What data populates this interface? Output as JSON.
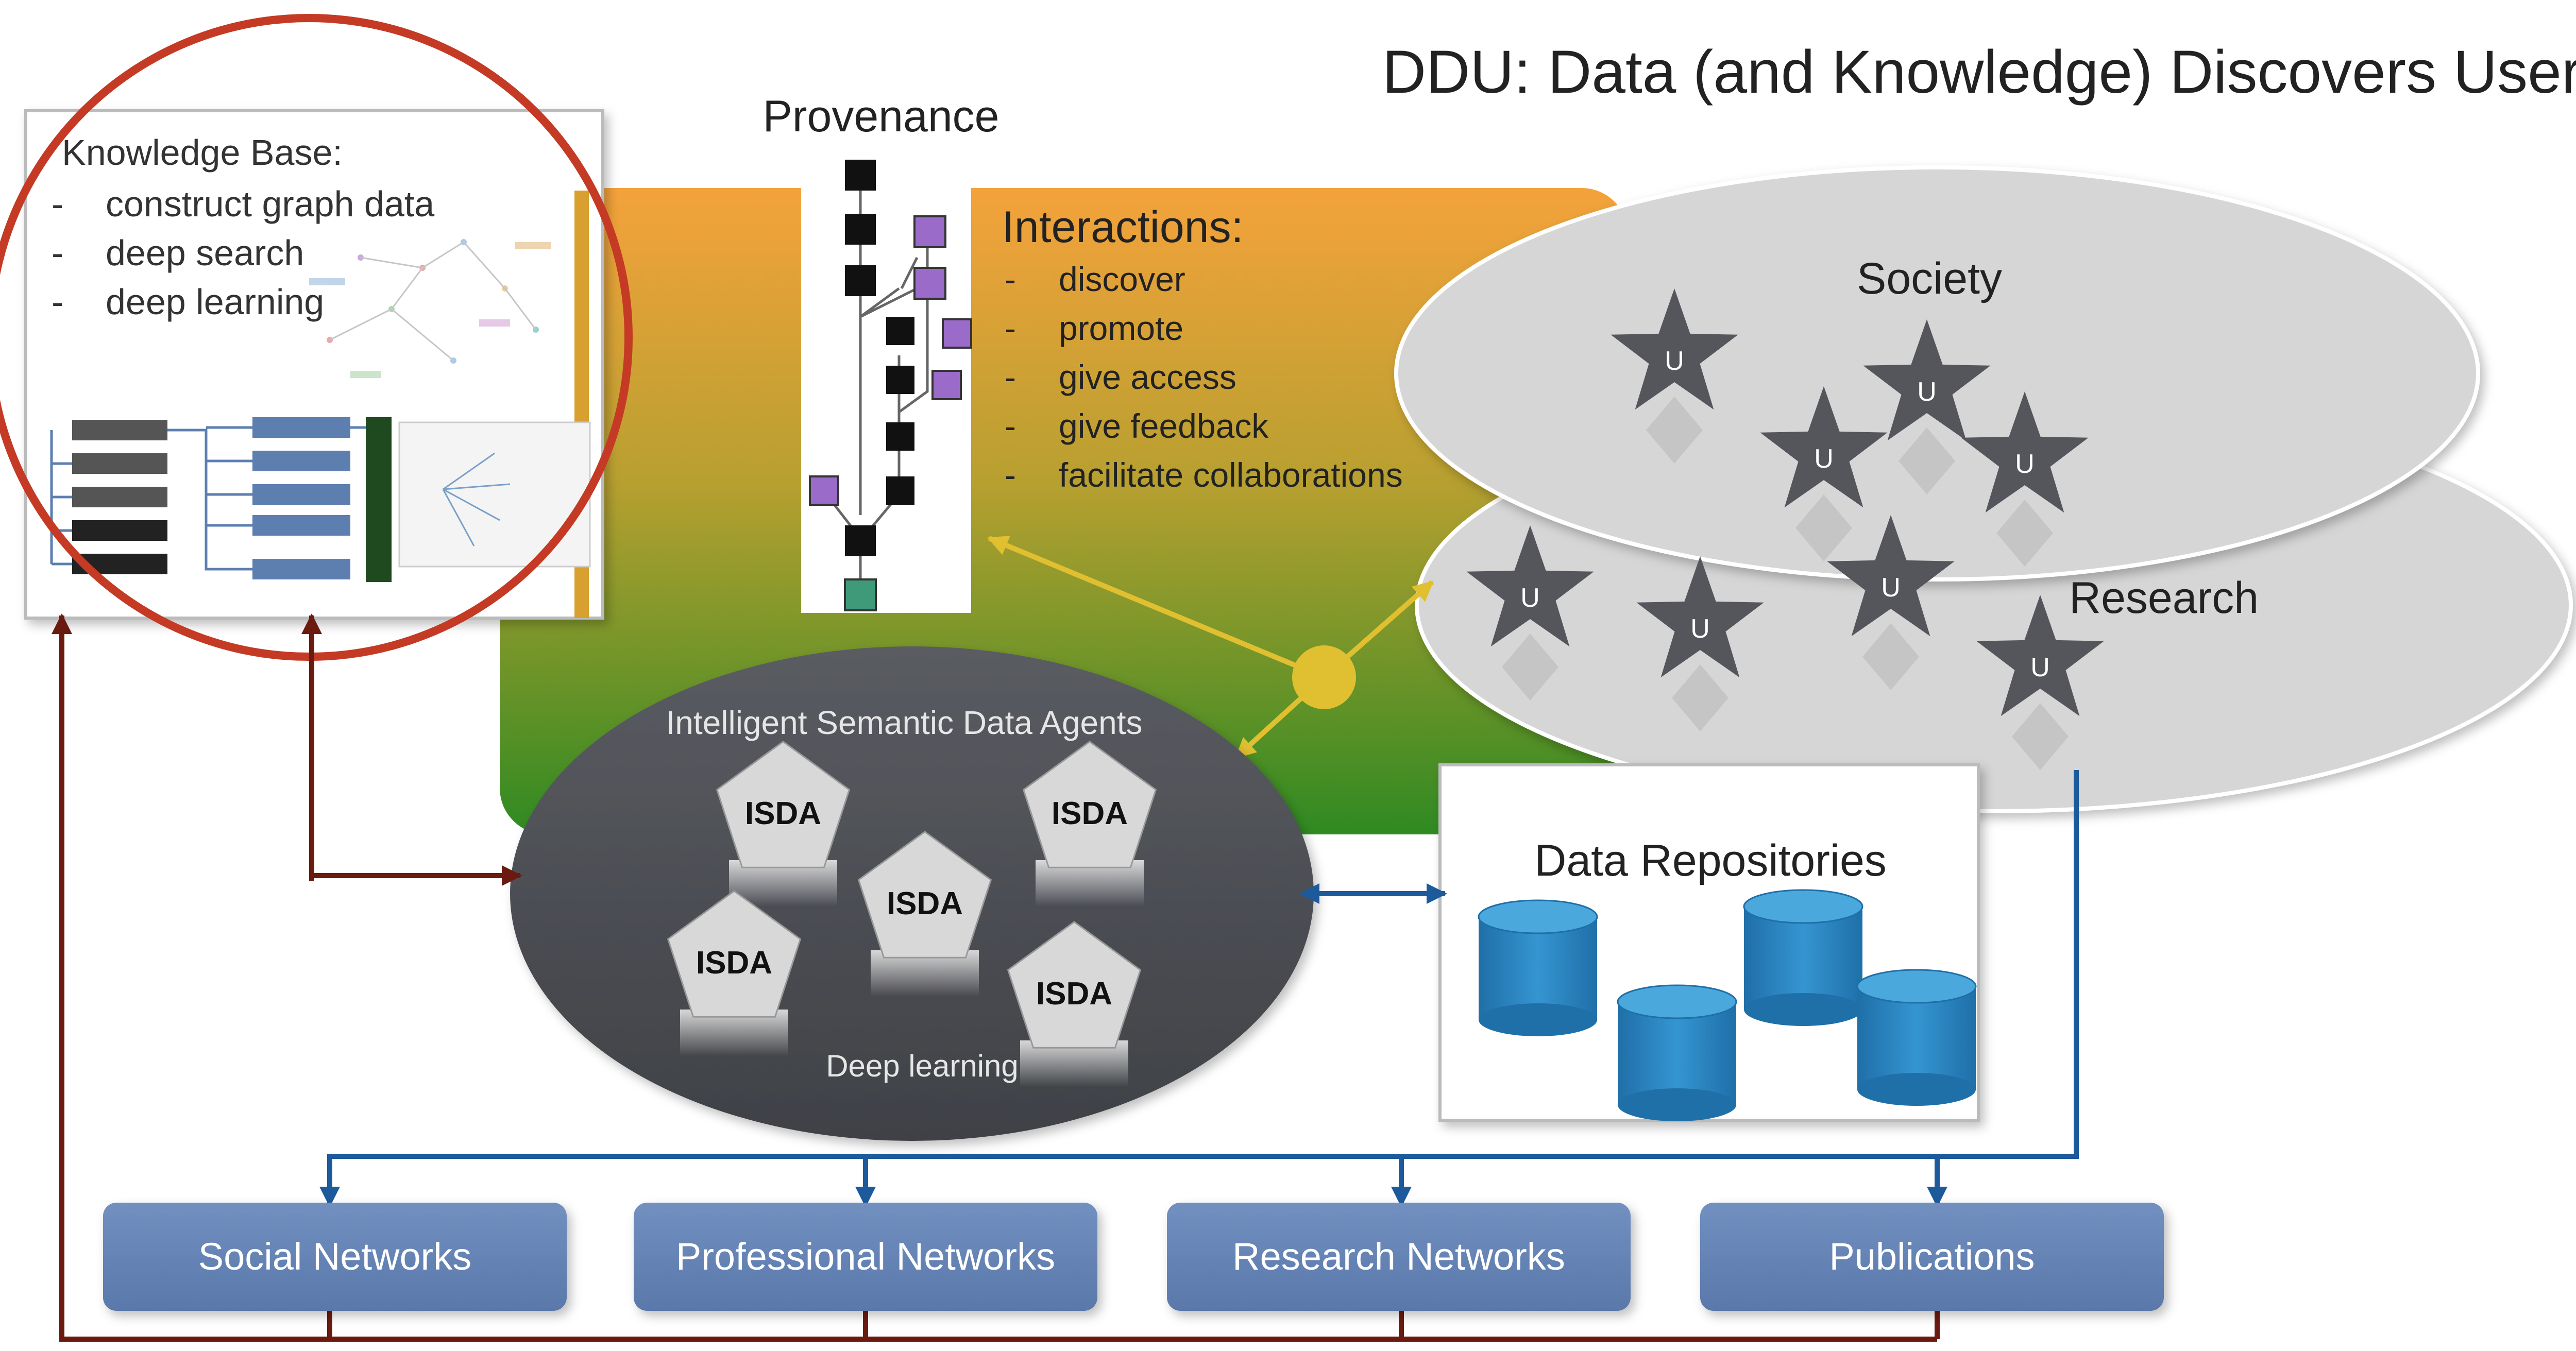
{
  "title": "DDU: Data (and Knowledge) Discovers Users",
  "provenance_label": "Provenance",
  "knowledge_base": {
    "heading": "Knowledge Base:",
    "items": [
      "construct graph data",
      "deep search",
      "deep learning"
    ]
  },
  "interactions": {
    "heading": "Interactions:",
    "items": [
      "discover",
      "promote",
      "give access",
      "give feedback",
      "facilitate collaborations"
    ]
  },
  "ellipses": {
    "society": "Society",
    "research": "Research"
  },
  "user_marker": "U",
  "isda": {
    "title": "Intelligent Semantic Data Agents",
    "agent_label": "ISDA",
    "footer": "Deep learning"
  },
  "data_repositories_label": "Data Repositories",
  "networks": [
    "Social Networks",
    "Professional Networks",
    "Research Networks",
    "Publications"
  ],
  "colors": {
    "gradient_top": "#f4a23b",
    "gradient_bottom": "#2f8a22",
    "ellipse_fill": "#d6d6d6",
    "star_fill": "#55565c",
    "isda_fill": "#4b4d52",
    "cylinder_fill": "#2e86c1",
    "network_box": "#6785b5",
    "arrow_blue": "#1c5a9c",
    "arrow_brown": "#6b1a10",
    "arrow_yellow": "#e0c030",
    "circle_red": "#c43a24",
    "prov_black": "#111111",
    "prov_purple": "#9b6bc9",
    "prov_teal": "#3f9a7a"
  }
}
